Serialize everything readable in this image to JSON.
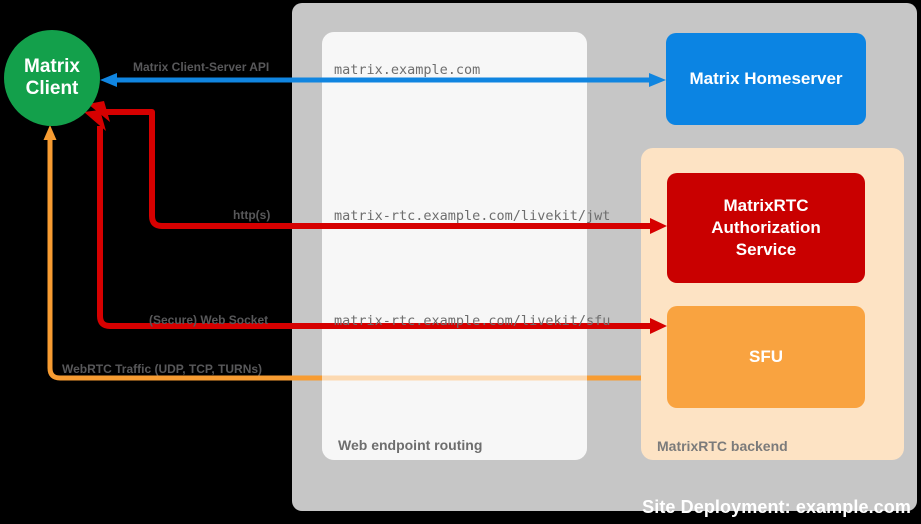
{
  "site": {
    "deployment_label": "Site Deployment: example.com"
  },
  "routing": {
    "title": "Web endpoint routing",
    "endpoints": [
      "matrix.example.com",
      "matrix-rtc.example.com/livekit/jwt",
      "matrix-rtc.example.com/livekit/sfu"
    ]
  },
  "backend": {
    "title": "MatrixRTC backend"
  },
  "nodes": {
    "client": {
      "line1": "Matrix",
      "line2": "Client",
      "color": "#13a04b"
    },
    "homeserver": {
      "label": "Matrix Homeserver",
      "color": "#0b84e3"
    },
    "auth": {
      "line1": "MatrixRTC",
      "line2": "Authorization",
      "line3": "Service",
      "color": "#c90000"
    },
    "sfu": {
      "label": "SFU",
      "color": "#f9a340"
    }
  },
  "edges": [
    {
      "name": "matrix-client-server-api",
      "label": "Matrix Client-Server API",
      "color": "#1085e0"
    },
    {
      "name": "https",
      "label": "http(s)",
      "color": "#d60000"
    },
    {
      "name": "secure-web-socket",
      "label": "(Secure) Web Socket",
      "color": "#d60000"
    },
    {
      "name": "webrtc-traffic",
      "label": "WebRTC Traffic (UDP, TCP, TURNs)",
      "color": "#f79c32"
    }
  ],
  "colors": {
    "site_container": "#c6c6c6",
    "routing_box": "rgba(255,255,255,0.62)",
    "backend_box": "#fde3c4",
    "label_gray": "#58585a",
    "background": "#000000"
  }
}
